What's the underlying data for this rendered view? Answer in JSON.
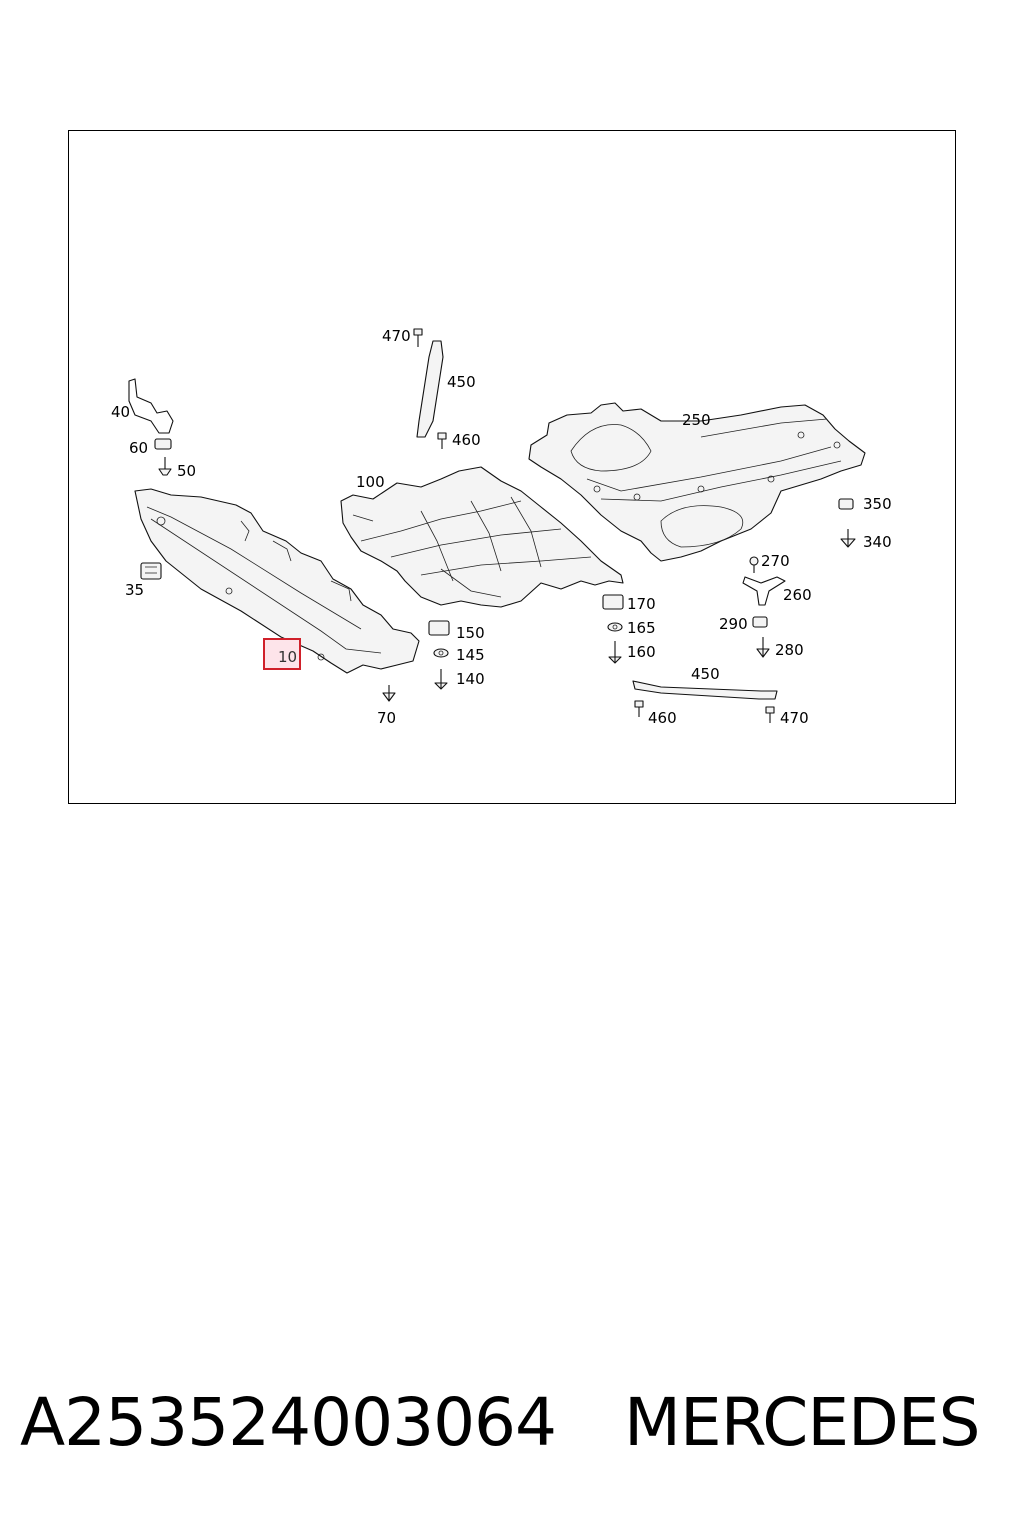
{
  "diagram": {
    "highlighted_part": "10",
    "callouts": [
      "470",
      "450",
      "460",
      "40",
      "60",
      "50",
      "100",
      "250",
      "350",
      "340",
      "35",
      "270",
      "260",
      "170",
      "165",
      "160",
      "150",
      "145",
      "140",
      "290",
      "280",
      "10",
      "70",
      "450",
      "460",
      "470"
    ]
  },
  "caption": {
    "part_number": "A253524003064",
    "brand": "MERCEDES"
  }
}
